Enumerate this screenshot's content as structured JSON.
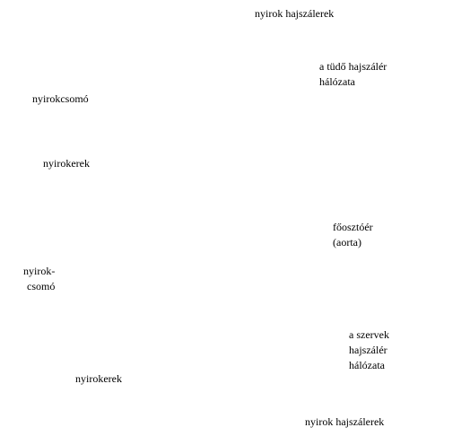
{
  "labels": {
    "lymph_capillaries_top": "nyirok hajszálerek",
    "lung_capillary_network": [
      "a tüdő hajszálér",
      "hálózata"
    ],
    "lymph_node_upper": "nyirokcsomó",
    "lymph_vessels_upper": "nyirokerek",
    "aorta": [
      "főosztóér",
      "(aorta)"
    ],
    "lymph_node_lower": [
      "nyirok-",
      "csomó"
    ],
    "organ_capillary_network": [
      "a szervek",
      "hajszálér",
      "hálózata"
    ],
    "lymph_vessels_lower": "nyirokerek",
    "lymph_capillaries_bottom": "nyirok hajszálerek"
  }
}
